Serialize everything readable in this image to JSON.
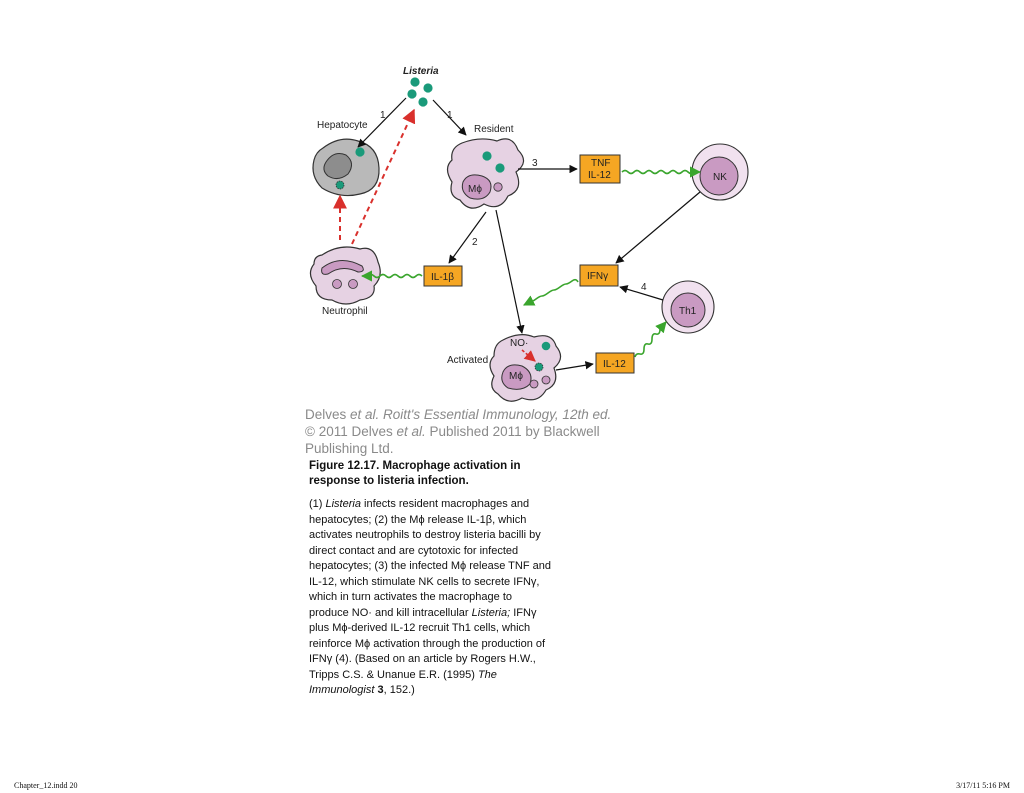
{
  "labels": {
    "listeria": "Listeria",
    "hepatocyte": "Hepatocyte",
    "resident": "Resident",
    "neutrophil": "Neutrophil",
    "activated": "Activated",
    "nk": "NK",
    "th1": "Th1",
    "m_phi": "Mϕ",
    "no": "NO·",
    "step_1a": "1",
    "step_1b": "1",
    "step_2": "2",
    "step_3": "3",
    "step_4": "4"
  },
  "boxes": {
    "tnf_il12_line1": "TNF",
    "tnf_il12_line2": "IL-12",
    "il1b": "IL-1β",
    "ifng": "IFNγ",
    "il12": "IL-12"
  },
  "credit": {
    "part1": "Delves ",
    "part2": "et al. Roitt's Essential Immunology, 12th ed.",
    "part3": "© 2011 Delves ",
    "part4": "et al.",
    "part5": " Published 2011 by Blackwell Publishing Ltd."
  },
  "figure": {
    "title": "Figure 12.17. Macrophage activation in response to listeria infection.",
    "c1": "(1) ",
    "c2": "Listeria",
    "c3": " infects resident macrophages and hepatocytes; (2) the Mϕ release IL-1β, which activates neutrophils to destroy listeria bacilli by direct contact and are cytotoxic for infected hepatocytes; (3) the infected Mϕ release TNF and IL-12, which stimulate NK cells to secrete IFNγ, which in turn activates the macrophage to produce NO· and kill intracellular ",
    "c4": "Listeria;",
    "c5": " IFNγ plus Mϕ-derived IL-12 recruit Th1 cells, which reinforce Mϕ activation through the production of IFNγ (4). (Based on an article by Rogers H.W., Tripps C.S. & Unanue E.R. (1995) ",
    "c6": "The Immunologist",
    "c7": " ",
    "c8": "3",
    "c9": ", 152.)"
  },
  "footer": {
    "left": "Chapter_12.indd   20",
    "right": "3/17/11   5:16 PM"
  },
  "colors": {
    "box_fill": "#f5a623",
    "bacteria": "#1a9a7a",
    "cell_fill": "#e6d2e3",
    "nucleus": "#c99ac2",
    "hepatocyte": "#b9b9b9",
    "red_arrow": "#d9302c",
    "green_arrow": "#3aa52d"
  }
}
